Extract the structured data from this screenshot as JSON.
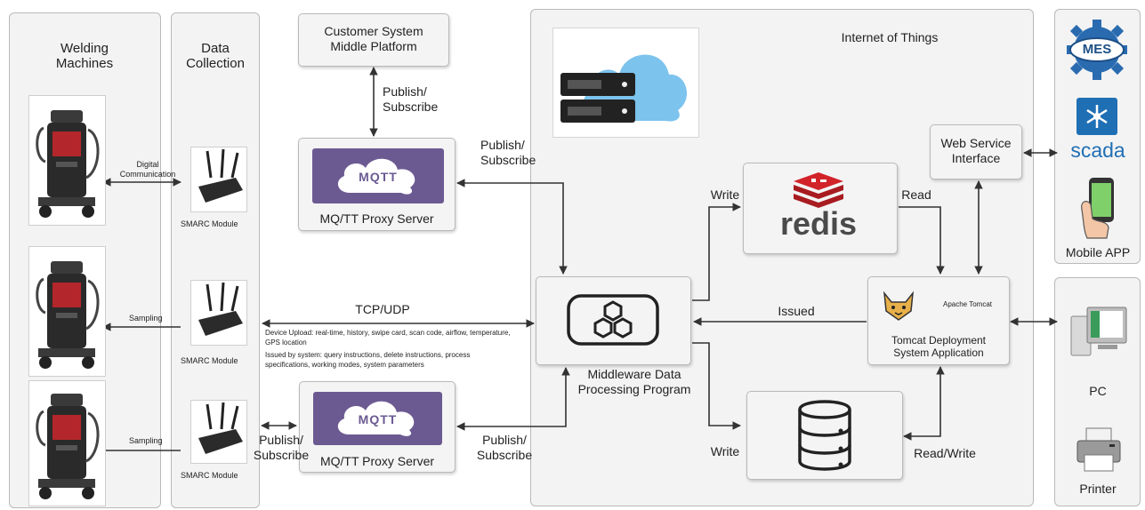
{
  "columns": {
    "welding": "Welding\nMachines",
    "collection": "Data\nCollection"
  },
  "modules": {
    "label": "SMARC Module"
  },
  "left_links": {
    "digital": "Digital\nCommunication",
    "sampling": "Sampling"
  },
  "customer": {
    "title": "Customer System\nMiddle Platform",
    "pubsub": "Publish/\nSubscribe"
  },
  "mqtt_top": {
    "logo": "MQTT",
    "label": "MQ/TT Proxy Server",
    "pubsub": "Publish/\nSubscribe"
  },
  "mqtt_bottom": {
    "logo": "MQTT",
    "label": "MQ/TT Proxy Server",
    "pubsub_left": "Publish/\nSubscribe",
    "pubsub_right": "Publish/\nSubscribe"
  },
  "tcp": {
    "label": "TCP/UDP",
    "upload": "Device Upload: real-time, history, swipe card, scan code, airflow, temperature,\nGPS location",
    "issued": "Issued by system: query instructions, delete instructions, process\nspecifications, working modes, system parameters"
  },
  "iot": {
    "title": "Internet of  Things"
  },
  "middleware": {
    "label": "Middleware Data\nProcessing Program"
  },
  "redis": {
    "logo": "redis",
    "write": "Write",
    "read": "Read"
  },
  "database": {
    "write": "Write",
    "readwrite": "Read/Write"
  },
  "webservice": {
    "label": "Web Service\nInterface"
  },
  "tomcat": {
    "brand": "Apache Tomcat",
    "label": "Tomcat Deployment\nSystem Application",
    "issued": "Issued"
  },
  "right": {
    "mes": "MES",
    "scada": "scada",
    "mobile": "Mobile APP",
    "pc": "PC",
    "printer": "Printer"
  },
  "colors": {
    "accent_red": "#d2232a",
    "mqtt_purple": "#6b5a92",
    "scada_blue": "#1f6fb5",
    "mes_blue": "#2a6bb0",
    "cloud_blue": "#7cc3ee"
  }
}
